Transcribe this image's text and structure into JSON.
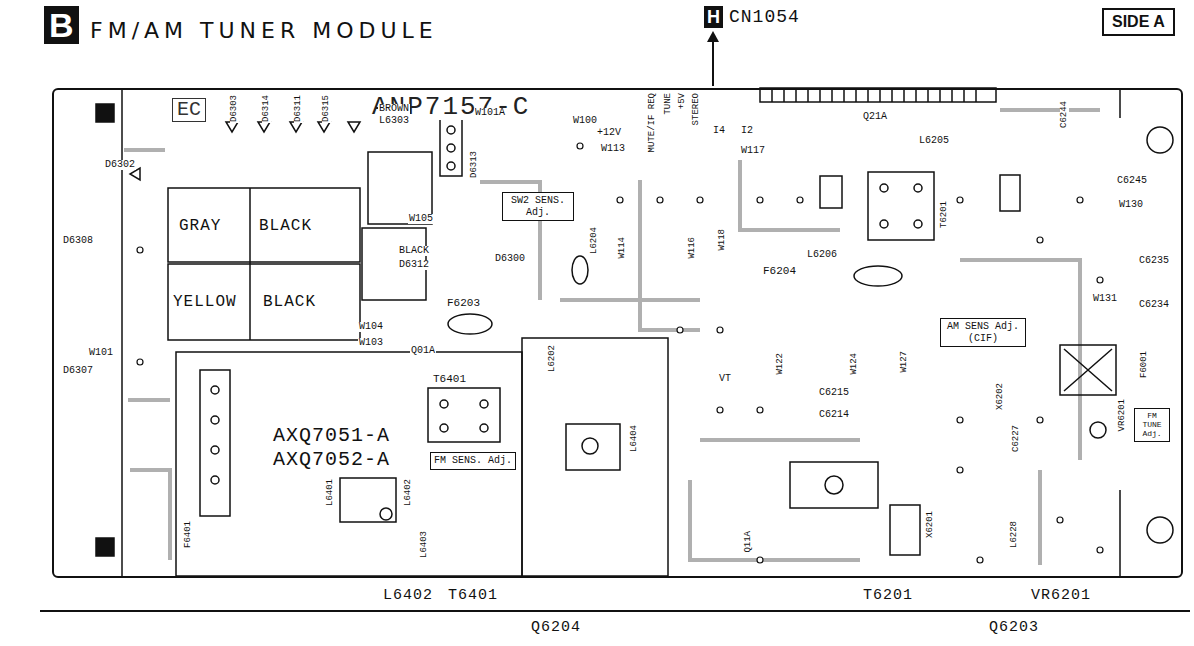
{
  "diagram": {
    "title": "FM/AM TUNER MODULE",
    "nodes": [
      {
        "text": [
          "B"
        ]
      },
      {
        "text": [
          "H"
        ]
      },
      {
        "text": [
          "SIDE A"
        ]
      },
      {
        "text": [
          "ANP7157-C"
        ]
      },
      {
        "text": [
          "EC"
        ],
        "in": 3
      },
      {
        "text": [
          "SW2 SENS. Adj."
        ],
        "in": 3
      },
      {
        "text": [
          "FM SENS. Adj."
        ],
        "in": 3
      },
      {
        "text": [
          "AM SENS Adj.(CIF)"
        ],
        "in": 3
      },
      {
        "text": [
          "FM TUNE Adj."
        ],
        "in": 3
      }
    ],
    "labels": [
      "CN1054",
      "L6402",
      "T6401",
      "T6201",
      "VR6201",
      "Q6204",
      "Q6203",
      "D6302",
      "D6303",
      "D6314",
      "D6311",
      "D6315",
      "BROWN",
      "L6303",
      "D6313",
      "GRAY",
      "BLACK",
      "YELLOW",
      "BLACK",
      "BLACK",
      "D6312",
      "D6308",
      "W101",
      "D6307",
      "W104",
      "W103",
      "Q01A",
      "F6203",
      "W105",
      "W101A",
      "W100",
      "+12V",
      "W113",
      "MUTE/IF REQ",
      "TUNE",
      "+5V",
      "STEREO",
      "I4",
      "I2",
      "W117",
      "Q21A",
      "L6205",
      "W114",
      "W116",
      "W118",
      "L6204",
      "L6202",
      "D6300",
      "F6204",
      "L6206",
      "W122",
      "W124",
      "W127",
      "T6201",
      "VT",
      "C6215",
      "C6214",
      "C6244",
      "C6245",
      "W130",
      "C6235",
      "W131",
      "C6234",
      "F6001",
      "VR6201",
      "X6202",
      "C6227",
      "L6228",
      "X6201",
      "Q11A",
      "T6401",
      "L6404",
      "L6401",
      "L6402",
      "L6403",
      "AXQ7051-A",
      "AXQ7052-A",
      "F6401"
    ]
  }
}
